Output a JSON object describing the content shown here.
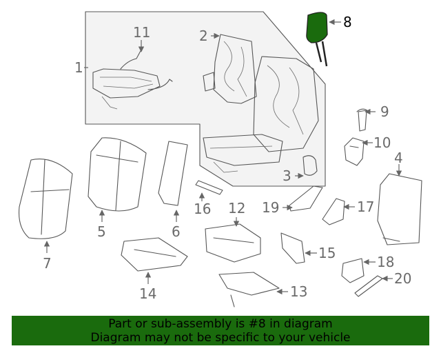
{
  "callouts": {
    "c1": "1",
    "c2": "2",
    "c3": "3",
    "c4": "4",
    "c5": "5",
    "c6": "6",
    "c7": "7",
    "c8": "8",
    "c9": "9",
    "c10": "10",
    "c11": "11",
    "c12": "12",
    "c13": "13",
    "c14": "14",
    "c15": "15",
    "c16": "16",
    "c17": "17",
    "c18": "18",
    "c19": "19",
    "c20": "20"
  },
  "highlight": {
    "part_number": "8",
    "color": "#1a6b0d"
  },
  "banner": {
    "line1": "Part or sub-assembly is #8 in diagram",
    "line2": "Diagram may not be specific to your vehicle",
    "color": "#1a6b0d"
  }
}
